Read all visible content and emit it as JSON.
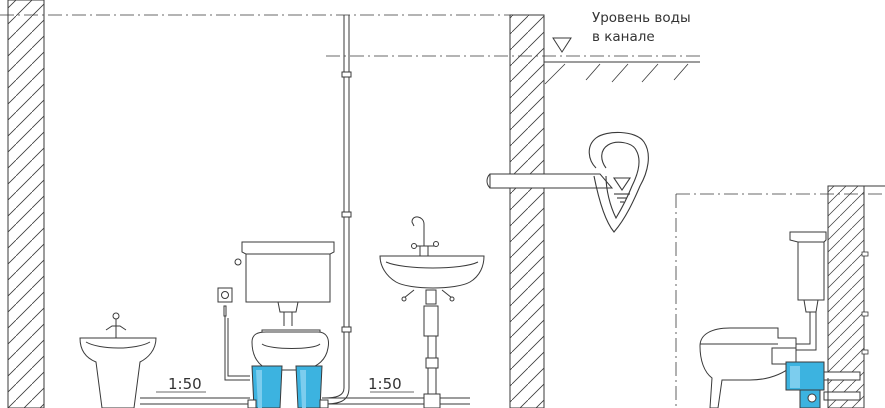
{
  "labels": {
    "water_level_line1": "Уровень воды",
    "water_level_line2": "в канале",
    "slope_left": "1:50",
    "slope_right": "1:50"
  },
  "colors": {
    "line": "#3a3a3a",
    "pump_fill": "#3cb3e0",
    "pump_fill_light": "#7ccdee",
    "background": "#ffffff"
  },
  "icons": {
    "water_level_marker": "inverted-triangle",
    "wall_socket": "power-socket"
  }
}
